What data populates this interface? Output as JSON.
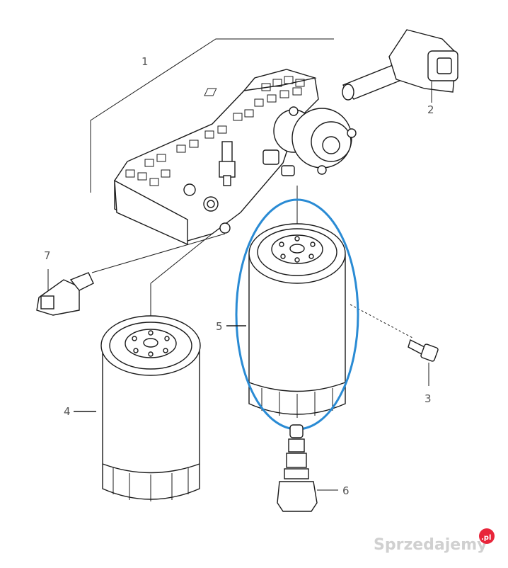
{
  "callouts": [
    {
      "id": "1",
      "label": "1"
    },
    {
      "id": "2",
      "label": "2"
    },
    {
      "id": "3",
      "label": "3"
    },
    {
      "id": "4",
      "label": "4"
    },
    {
      "id": "5",
      "label": "5"
    },
    {
      "id": "6",
      "label": "6"
    },
    {
      "id": "7",
      "label": "7"
    }
  ],
  "highlight": {
    "target_part": "5",
    "color": "#2a8bd4"
  },
  "watermark": {
    "text": "Sprzedajemy",
    "badge": ".pl",
    "badge_color": "#e8253a"
  }
}
